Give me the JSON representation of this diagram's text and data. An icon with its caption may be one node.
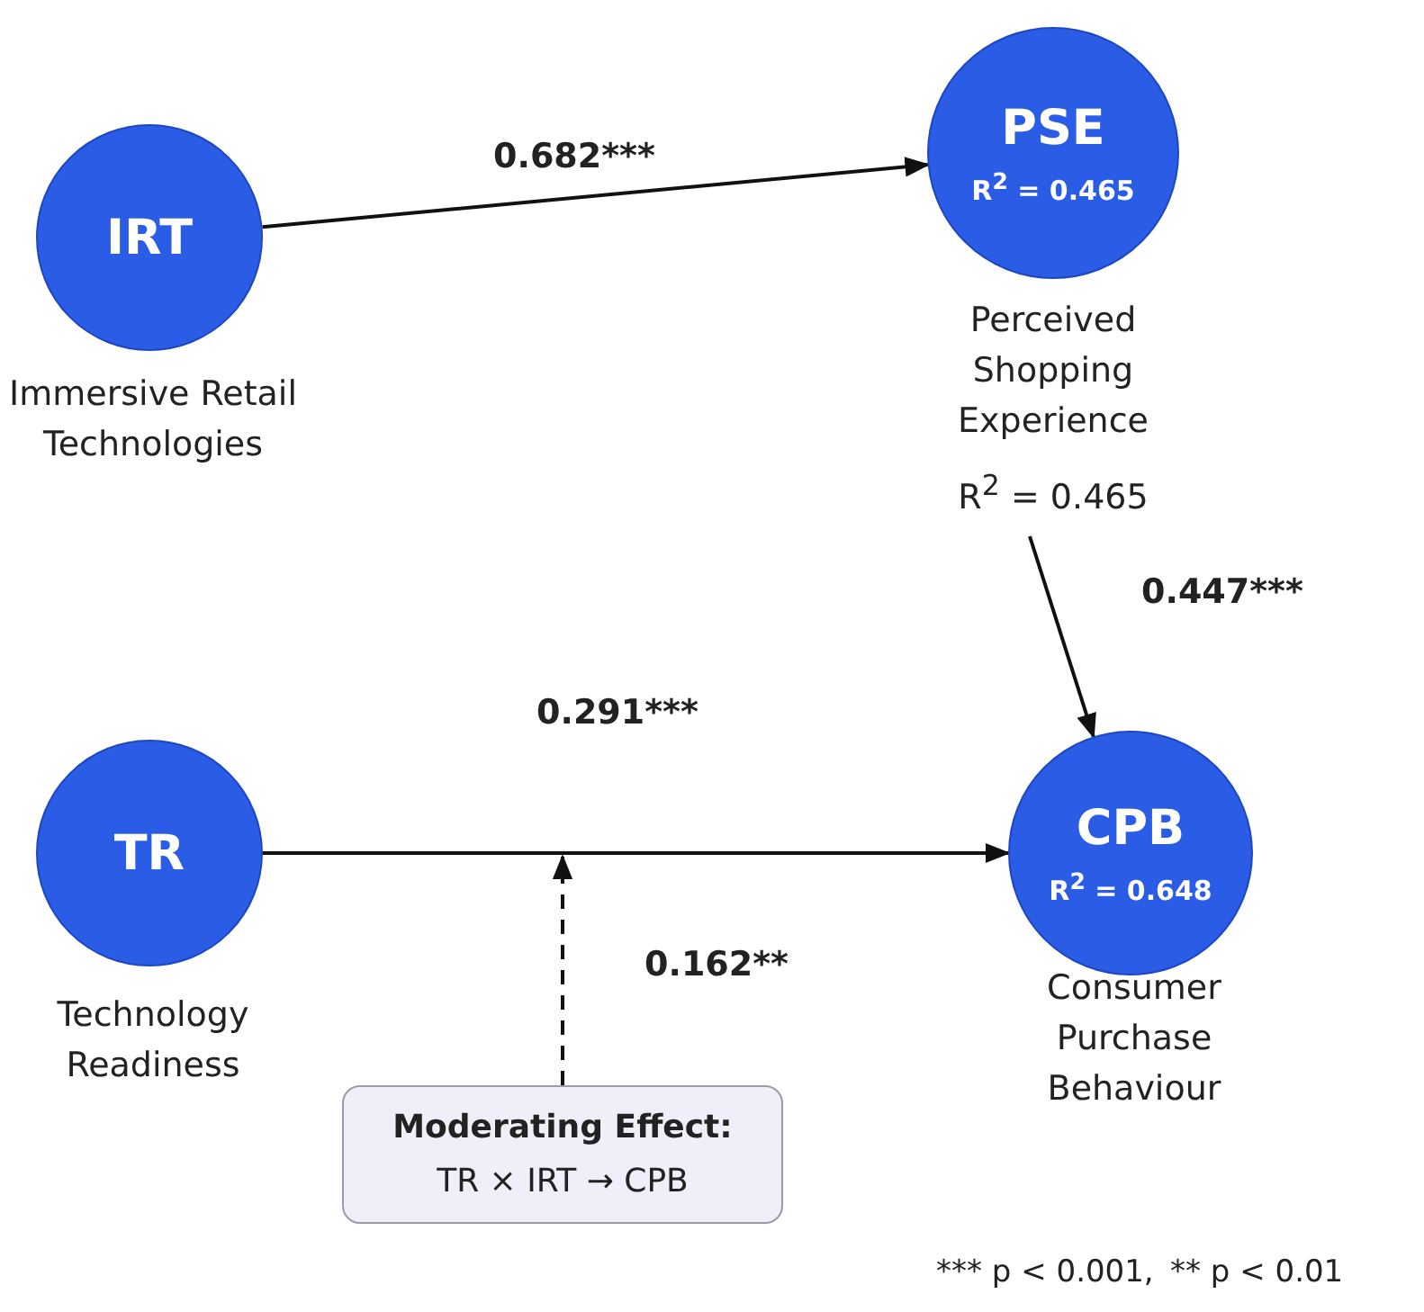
{
  "diagram": {
    "nodes": [
      {
        "text": [
          "IRT"
        ],
        "beside": [
          "Immersive Retail Technologies"
        ]
      },
      {
        "text": [
          "PSE",
          "R$^{2}$ = 0.465"
        ],
        "beside": [
          "Perceived Shopping Experience",
          "R$^{2}$ = 0.465"
        ]
      },
      {
        "text": [
          "TR"
        ],
        "beside": [
          "Technology Readiness"
        ]
      },
      {
        "text": [
          "CPB",
          "R$^{2}$ = 0.648"
        ],
        "beside": [
          "Consumer Purchase Behaviour"
        ]
      },
      {
        "text": [
          "Moderating Effect:",
          "TR × IRT → CPB"
        ]
      }
    ],
    "edges": [
      {
        "from": 0,
        "to": 1,
        "arrow": "to",
        "label": "0.682***"
      },
      {
        "from": 1,
        "to": 3,
        "arrow": "to",
        "label": "0.447***"
      },
      {
        "from": 2,
        "to": 3,
        "arrow": "to",
        "label": "0.291***"
      },
      {
        "from": 4,
        "to": null,
        "arrow": "to",
        "label": "0.162**",
        "style": "dashed"
      }
    ],
    "labels": [
      "*** p < 0.001,",
      "** p < 0.01"
    ]
  }
}
